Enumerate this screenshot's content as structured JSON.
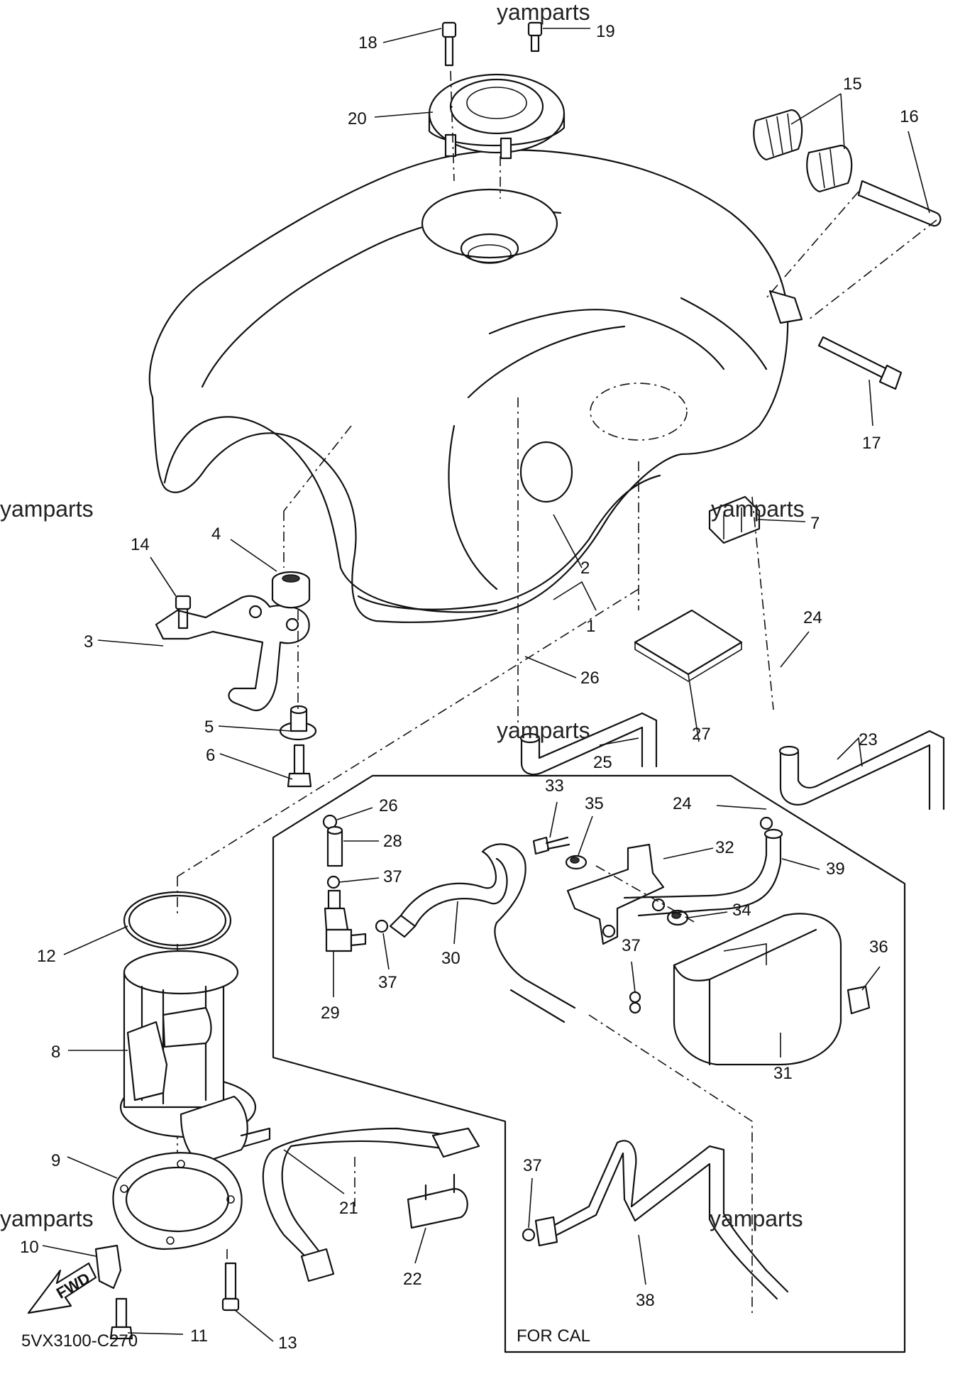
{
  "watermarks": [
    "yamparts",
    "yamparts",
    "yamparts",
    "yamparts",
    "yamparts"
  ],
  "callouts": [
    {
      "n": "1"
    },
    {
      "n": "2"
    },
    {
      "n": "3"
    },
    {
      "n": "4"
    },
    {
      "n": "5"
    },
    {
      "n": "6"
    },
    {
      "n": "7"
    },
    {
      "n": "8"
    },
    {
      "n": "9"
    },
    {
      "n": "10"
    },
    {
      "n": "11"
    },
    {
      "n": "12"
    },
    {
      "n": "13"
    },
    {
      "n": "14"
    },
    {
      "n": "15"
    },
    {
      "n": "16"
    },
    {
      "n": "17"
    },
    {
      "n": "18"
    },
    {
      "n": "19"
    },
    {
      "n": "20"
    },
    {
      "n": "21"
    },
    {
      "n": "22"
    },
    {
      "n": "23"
    },
    {
      "n": "24"
    },
    {
      "n": "24"
    },
    {
      "n": "25"
    },
    {
      "n": "26"
    },
    {
      "n": "26"
    },
    {
      "n": "27"
    },
    {
      "n": "28"
    },
    {
      "n": "29"
    },
    {
      "n": "30"
    },
    {
      "n": "31"
    },
    {
      "n": "32"
    },
    {
      "n": "33"
    },
    {
      "n": "34"
    },
    {
      "n": "35"
    },
    {
      "n": "36"
    },
    {
      "n": "37"
    },
    {
      "n": "37"
    },
    {
      "n": "37"
    },
    {
      "n": "37"
    },
    {
      "n": "38"
    },
    {
      "n": "39"
    }
  ],
  "region_label": "FOR CAL",
  "direction_badge": "FWD",
  "diagram_code": "5VX3100-C270"
}
